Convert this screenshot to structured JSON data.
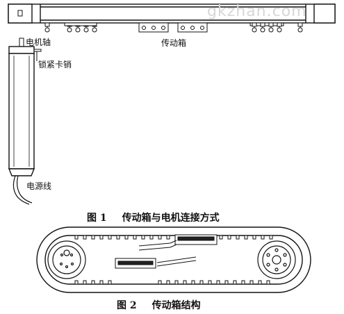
{
  "figure1": {
    "caption_num": "图 1",
    "caption_text": "传动箱与电机连接方式",
    "labels": {
      "motor_shaft": "电机轴",
      "lock_pin": "锁紧卡销",
      "gearbox": "传动箱",
      "power_cord": "电源线"
    }
  },
  "figure2": {
    "caption_num": "图 2",
    "caption_text": "传动箱结构"
  },
  "watermark": "gkzhan.com"
}
